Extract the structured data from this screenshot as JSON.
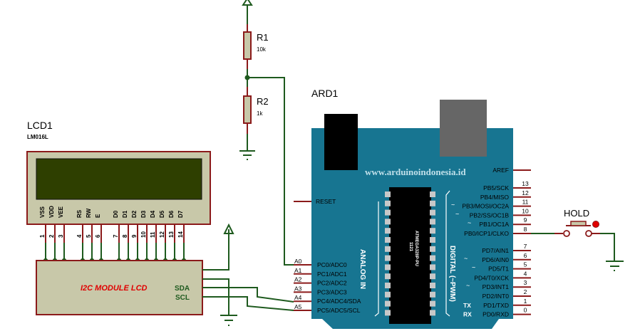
{
  "colors": {
    "wire": "#1e5a1e",
    "pin": "#8b1a1a",
    "component_body": "#c8c8a9",
    "component_border": "#8b1a1a",
    "lcd_screen": "#2e3f00",
    "arduino_board": "#177591",
    "chip": "#000000",
    "chip_pin": "#c8c8c8",
    "usb_connector": "#666666",
    "power_jack": "#000000",
    "module_title": "#e00000",
    "module_pin_label": "#1e5a1e",
    "watermark": "#c0e0ea"
  },
  "lcd": {
    "ref": "LCD1",
    "model": "LM016L",
    "pins": [
      {
        "name": "VSS",
        "num": "1"
      },
      {
        "name": "VDD",
        "num": "2"
      },
      {
        "name": "VEE",
        "num": "3"
      },
      {
        "name": "RS",
        "num": "4"
      },
      {
        "name": "RW",
        "num": "5"
      },
      {
        "name": "E",
        "num": "6"
      },
      {
        "name": "D0",
        "num": "7"
      },
      {
        "name": "D1",
        "num": "8"
      },
      {
        "name": "D2",
        "num": "9"
      },
      {
        "name": "D3",
        "num": "10"
      },
      {
        "name": "D4",
        "num": "11"
      },
      {
        "name": "D5",
        "num": "12"
      },
      {
        "name": "D6",
        "num": "13"
      },
      {
        "name": "D7",
        "num": "14"
      }
    ]
  },
  "i2c_module": {
    "title": "I2C MODULE LCD",
    "sda": "SDA",
    "scl": "SCL"
  },
  "resistors": [
    {
      "ref": "R1",
      "value": "10k"
    },
    {
      "ref": "R2",
      "value": "1k"
    }
  ],
  "arduino": {
    "ref": "ARD1",
    "watermark": "www.arduinoindonesia.id",
    "reset": "RESET",
    "aref": "AREF",
    "analog_label": "ANALOG IN",
    "digital_label": "DIGITAL (~PWM)",
    "chip_line1": "1121",
    "chip_line2": "ATMEGA328P-PU",
    "analog_pins": [
      {
        "num": "A0",
        "name": "PC0/ADC0"
      },
      {
        "num": "A1",
        "name": "PC1/ADC1"
      },
      {
        "num": "A2",
        "name": "PC2/ADC2"
      },
      {
        "num": "A3",
        "name": "PC3/ADC3"
      },
      {
        "num": "A4",
        "name": "PC4/ADC4/SDA"
      },
      {
        "num": "A5",
        "name": "PC5/ADC5/SCL"
      }
    ],
    "digital_pins_b": [
      {
        "num": "13",
        "name": "PB5/SCK",
        "pwm": ""
      },
      {
        "num": "12",
        "name": "PB4/MISO",
        "pwm": ""
      },
      {
        "num": "11",
        "name": "PB3/MOSI/OC2A",
        "pwm": "~"
      },
      {
        "num": "10",
        "name": "PB2/SS/OC1B",
        "pwm": "~"
      },
      {
        "num": "9",
        "name": "PB1/OC1A",
        "pwm": "~"
      },
      {
        "num": "8",
        "name": "PB0/ICP1/CLKO",
        "pwm": ""
      }
    ],
    "digital_pins_d": [
      {
        "num": "7",
        "name": "PD7/AIN1",
        "pwm": ""
      },
      {
        "num": "6",
        "name": "PD6/AIN0",
        "pwm": "~"
      },
      {
        "num": "5",
        "name": "PD5/T1",
        "pwm": "~"
      },
      {
        "num": "4",
        "name": "PD4/T0/XCK",
        "pwm": ""
      },
      {
        "num": "3",
        "name": "PD3/INT1",
        "pwm": "~"
      },
      {
        "num": "2",
        "name": "PD2/INT0",
        "pwm": ""
      },
      {
        "num": "1",
        "name": "PD1/TXD",
        "pwm": "",
        "tag": "TX"
      },
      {
        "num": "0",
        "name": "PD0/RXD",
        "pwm": "",
        "tag": "RX"
      }
    ]
  },
  "button": {
    "ref": "HOLD"
  }
}
